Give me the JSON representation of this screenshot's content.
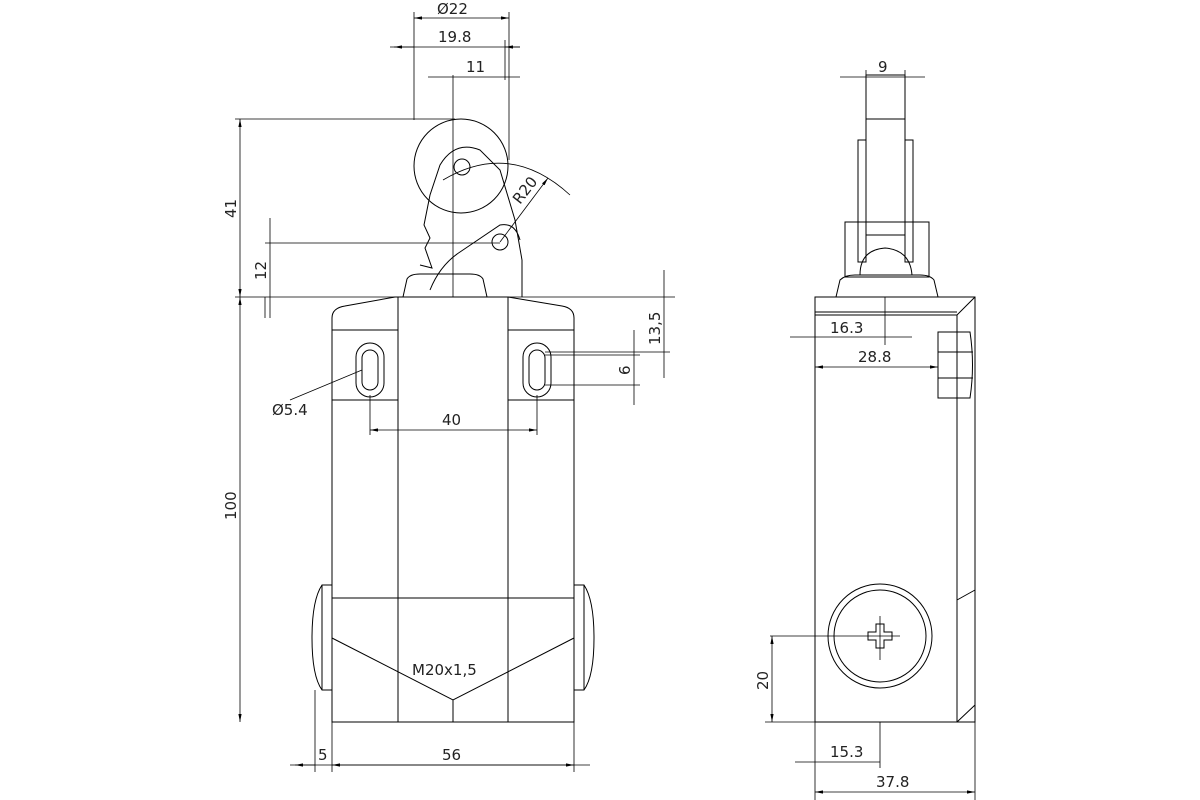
{
  "front_view": {
    "dims": {
      "roller_diameter": "Ø22",
      "width_19_8": "19.8",
      "offset_11": "11",
      "radius": "R20",
      "height_41": "41",
      "height_12": "12",
      "height_13_5": "13,5",
      "slot_6": "6",
      "hole_diameter": "Ø5.4",
      "hole_spacing": "40",
      "height_100": "100",
      "gland": "M20x1,5",
      "gland_5": "5",
      "width_56": "56"
    }
  },
  "side_view": {
    "dims": {
      "roller_width": "9",
      "dim_16_3": "16.3",
      "dim_28_8": "28.8",
      "dim_20": "20",
      "dim_15_3": "15.3",
      "depth_37_8": "37.8"
    }
  }
}
